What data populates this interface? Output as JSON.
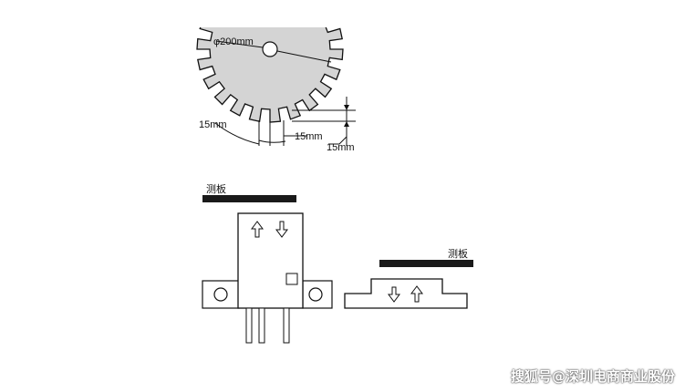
{
  "top_diagram": {
    "diameter_label": "φ200mm",
    "left_gap_label": "15mm",
    "tooth_label": "15mm",
    "depth_label": "15mm"
  },
  "sensor_front": {
    "plate_label": "测板",
    "icons": [
      "arrow-up-icon",
      "arrow-down-icon"
    ]
  },
  "sensor_side": {
    "plate_label": "测板",
    "icons": [
      "arrow-down-icon",
      "arrow-up-icon"
    ]
  },
  "watermark": "搜狐号@深圳电商商业股份",
  "colors": {
    "wheel_fill": "#d4d4d4",
    "line": "#111111",
    "plate": "#1a1a1a"
  }
}
